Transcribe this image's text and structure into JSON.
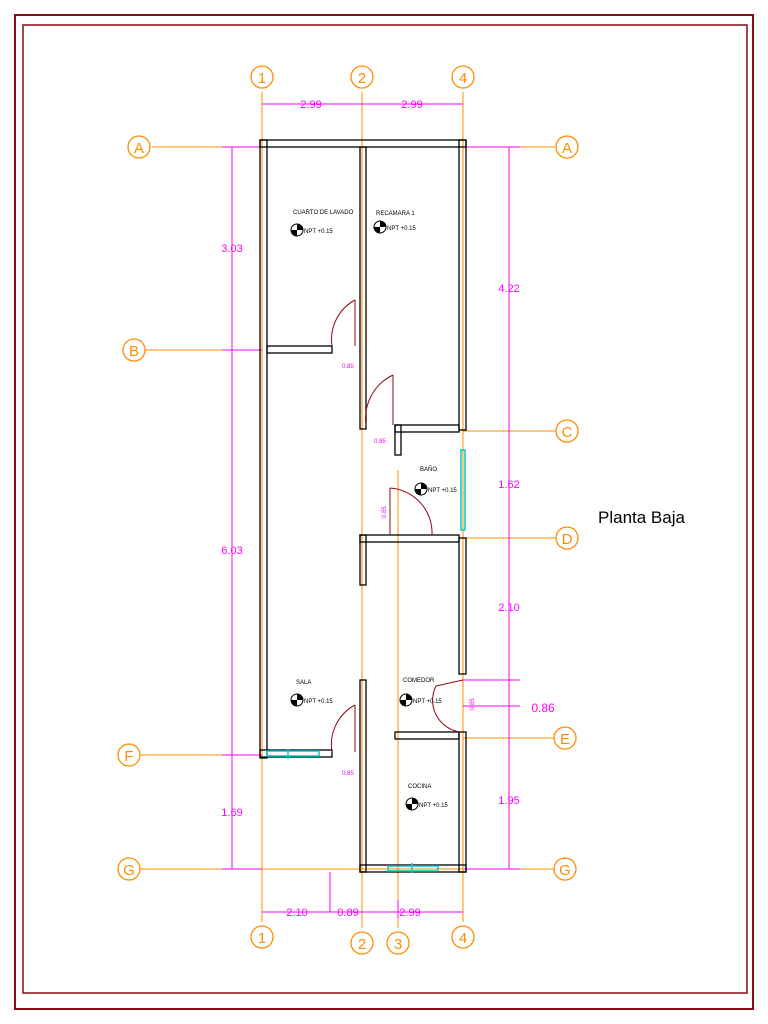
{
  "title": "Planta Baja",
  "colors": {
    "frame": "#8b0a14",
    "grid_line": "#ff8c00",
    "dimension": "#ff00ff",
    "wall": "#000000",
    "window": "#00cccc"
  },
  "grid_bubbles": {
    "top": [
      "1",
      "2",
      "4"
    ],
    "bottom": [
      "1",
      "2",
      "3",
      "4"
    ],
    "left": [
      "A",
      "B",
      "F",
      "G"
    ],
    "right": [
      "A",
      "C",
      "D",
      "E",
      "G"
    ]
  },
  "dimensions": {
    "top": [
      "2.99",
      "2.99"
    ],
    "bottom": [
      "2.10",
      "0.89",
      "2.99"
    ],
    "left": [
      "3.03",
      "6.03",
      "1.69"
    ],
    "right": [
      "4.22",
      "1.62",
      "2.10",
      "0.86",
      "1.95"
    ]
  },
  "rooms": [
    {
      "name": "CUARTO DE LAVADO",
      "level": "NPT +0.15"
    },
    {
      "name": "RECAMARA 1",
      "level": "NPT +0.15"
    },
    {
      "name": "BAÑO",
      "level": "NPT +0.15"
    },
    {
      "name": "SALA",
      "level": "NPT +0.15"
    },
    {
      "name": "COMEDOR",
      "level": "NPT +0.15"
    },
    {
      "name": "COCINA",
      "level": "NPT +0.15"
    }
  ],
  "door_widths": [
    "0.85",
    "0.85",
    "0.85",
    "0.85",
    "0.85"
  ]
}
